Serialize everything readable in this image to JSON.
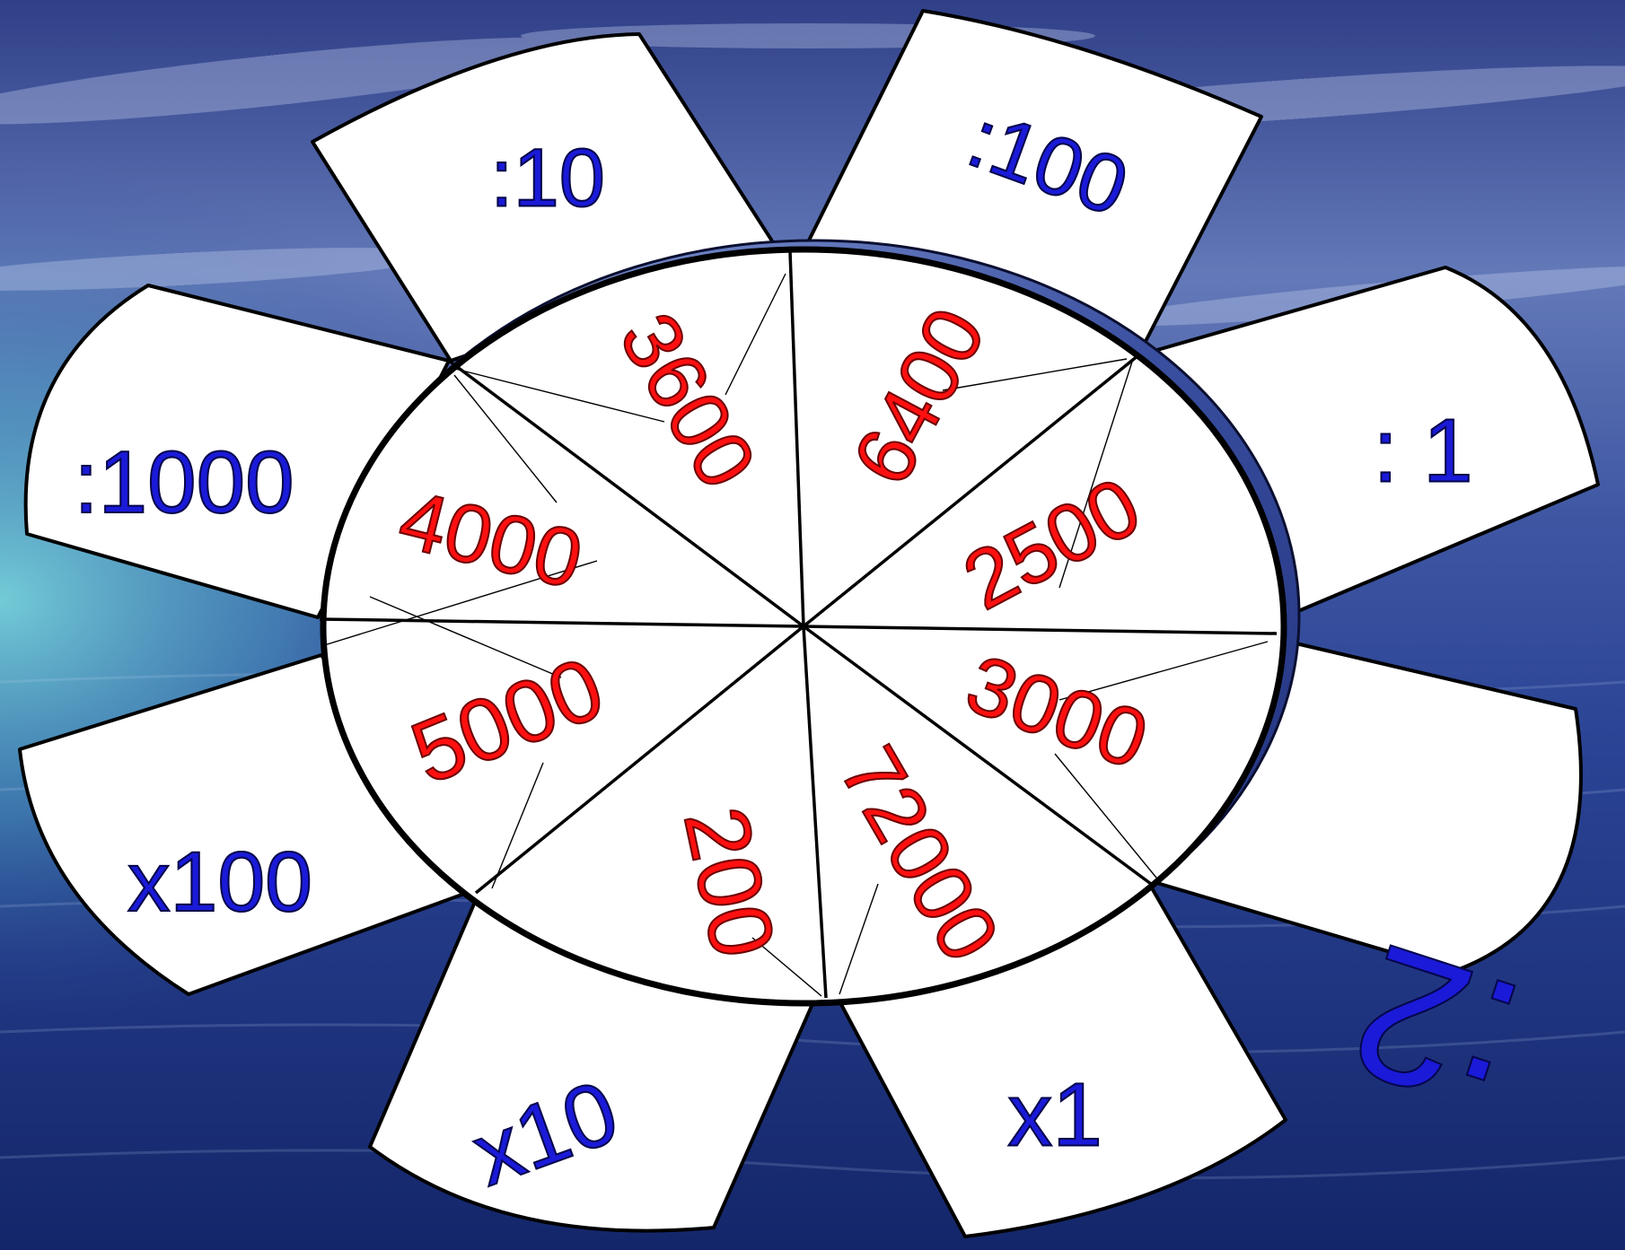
{
  "colors": {
    "sky_top": "#34468f",
    "sky_mid": "#5873b6",
    "sea_glow": "#63c7d8",
    "sea_deep": "#172a6e",
    "petal_fill": "#ffffff",
    "operation_text": "#1a1ad8",
    "number_text": "#ff1010"
  },
  "operations": [
    {
      "label": ":10"
    },
    {
      "label": ":100"
    },
    {
      "label": ": 1"
    },
    {
      "label": ":2"
    },
    {
      "label": "x1"
    },
    {
      "label": "x10"
    },
    {
      "label": "x100"
    },
    {
      "label": ":1000"
    }
  ],
  "numbers": [
    {
      "value": "3600"
    },
    {
      "value": "6400"
    },
    {
      "value": "2500"
    },
    {
      "value": "3000"
    },
    {
      "value": "72000"
    },
    {
      "value": "200"
    },
    {
      "value": "5000"
    },
    {
      "value": "4000"
    }
  ]
}
